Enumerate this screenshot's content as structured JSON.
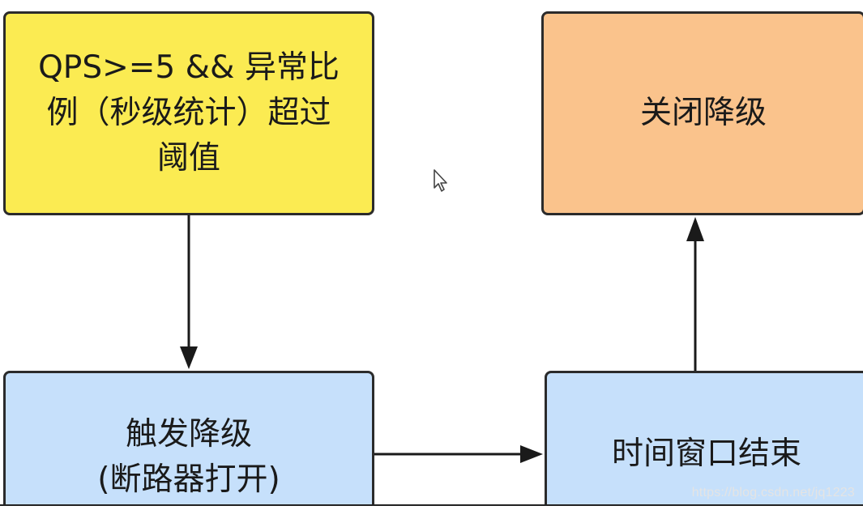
{
  "nodes": {
    "threshold": {
      "label": "QPS>=5 && 异常比\n例（秒级统计）超过\n阈值",
      "color": "#fbeb52"
    },
    "trigger": {
      "label": "触发降级\n(断路器打开)",
      "color": "#c6e0fb"
    },
    "window_end": {
      "label": "时间窗口结束",
      "color": "#c6e0fb"
    },
    "close": {
      "label": "关闭降级",
      "color": "#fac38c"
    }
  },
  "edges": [
    {
      "from": "threshold",
      "to": "trigger"
    },
    {
      "from": "trigger",
      "to": "window_end"
    },
    {
      "from": "window_end",
      "to": "close"
    }
  ],
  "watermark": "https://blog.csdn.net/jq1223",
  "icons": {
    "cursor": "mouse-pointer-icon"
  }
}
